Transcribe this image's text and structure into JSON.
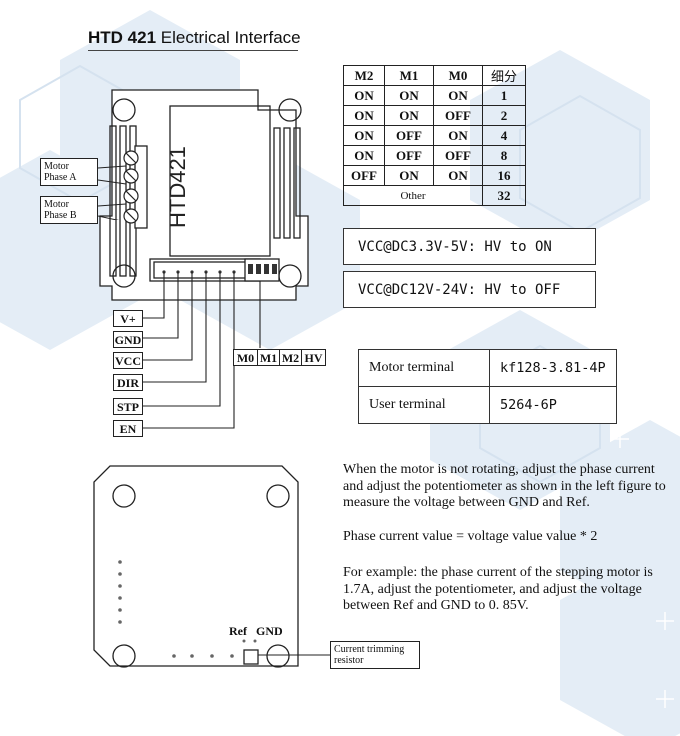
{
  "header": {
    "title_bold": "HTD 421",
    "title_rest": "Electrical Interface"
  },
  "board": {
    "label": "HTD421",
    "motor_phase_a": "Motor\nPhase A",
    "motor_phase_b": "Motor\nPhase B"
  },
  "pins": [
    "V+",
    "GND",
    "VCC",
    "DIR",
    "STP",
    "EN"
  ],
  "dip_switches": [
    "M0",
    "M1",
    "M2",
    "HV"
  ],
  "mode_table": {
    "headers": [
      "M2",
      "M1",
      "M0",
      "细分"
    ],
    "rows": [
      [
        "ON",
        "ON",
        "ON",
        "1"
      ],
      [
        "ON",
        "ON",
        "OFF",
        "2"
      ],
      [
        "ON",
        "OFF",
        "ON",
        "4"
      ],
      [
        "ON",
        "OFF",
        "OFF",
        "8"
      ],
      [
        "OFF",
        "ON",
        "ON",
        "16"
      ]
    ],
    "other_label": "Other",
    "other_value": "32"
  },
  "vcc_notes": [
    "VCC@DC3.3V-5V: HV to ON",
    "VCC@DC12V-24V: HV to OFF"
  ],
  "terminal_table": [
    {
      "label": "Motor terminal",
      "value": "kf128-3.81-4P"
    },
    {
      "label": "User terminal",
      "value": "5264-6P"
    }
  ],
  "bottom_board": {
    "ref_label": "Ref",
    "gnd_label": "GND",
    "trimmer_label": "Current trimming\nresistor"
  },
  "description": [
    "When the motor is not rotating, adjust the phase current and adjust the potentiometer as shown in the left figure to measure the voltage between GND and Ref.",
    "Phase current value = voltage value value * 2",
    "For example: the phase current of the stepping motor is 1.7A, adjust the potentiometer, and adjust the voltage between Ref and GND to 0. 85V."
  ],
  "colors": {
    "hex_bg": "#dbe7f2",
    "ink": "#222222"
  }
}
